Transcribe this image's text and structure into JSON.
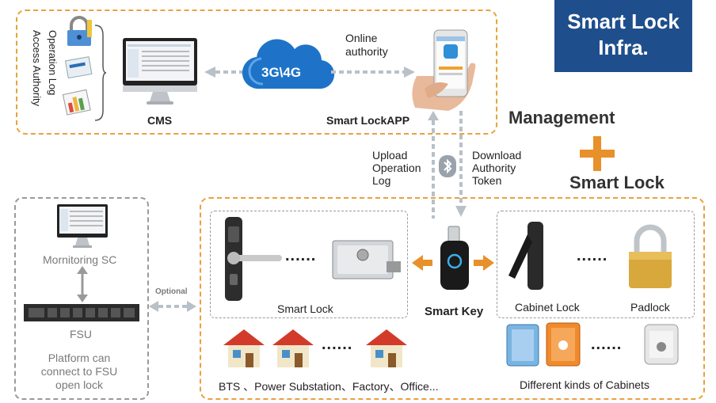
{
  "title_line1": "Smart Lock",
  "title_line2": "Infra.",
  "title_bg": "#1f4e8c",
  "accent_orange": "#e8a23a",
  "vertical_labels": {
    "log": "Operation Log",
    "access": "Access Authority"
  },
  "cms_label": "CMS",
  "cloud_label": "3G\\4G",
  "online_label": "Online\nauthority",
  "app_label": "Smart LockAPP",
  "management": "Management",
  "plus": "+",
  "smartlock_heading": "Smart Lock",
  "upload_label": "Upload\nOperation\nLog",
  "download_label": "Download\nAuthority\nToken",
  "monitoring_label": "Mornitoring SC",
  "fsu_label": "FSU",
  "platform_note": "Platform can\nconnect to FSU\nopen lock",
  "optional_label": "Optional",
  "smart_lock_label": "Smart Lock",
  "smart_key_label": "Smart Key",
  "cabinet_lock_label": "Cabinet Lock",
  "padlock_label": "Padlock",
  "sites_label": "BTS 、Power Substation、Factory、Office...",
  "cabinets_label": "Different kinds of Cabinets",
  "dots": "......",
  "icons": [
    "lock-icon",
    "document-icon",
    "chart-icon",
    "monitor-icon",
    "cloud-icon",
    "phone-icon",
    "bluetooth-icon",
    "house-icon",
    "cabinet-icon",
    "padlock-icon",
    "key-icon",
    "server-icon"
  ]
}
